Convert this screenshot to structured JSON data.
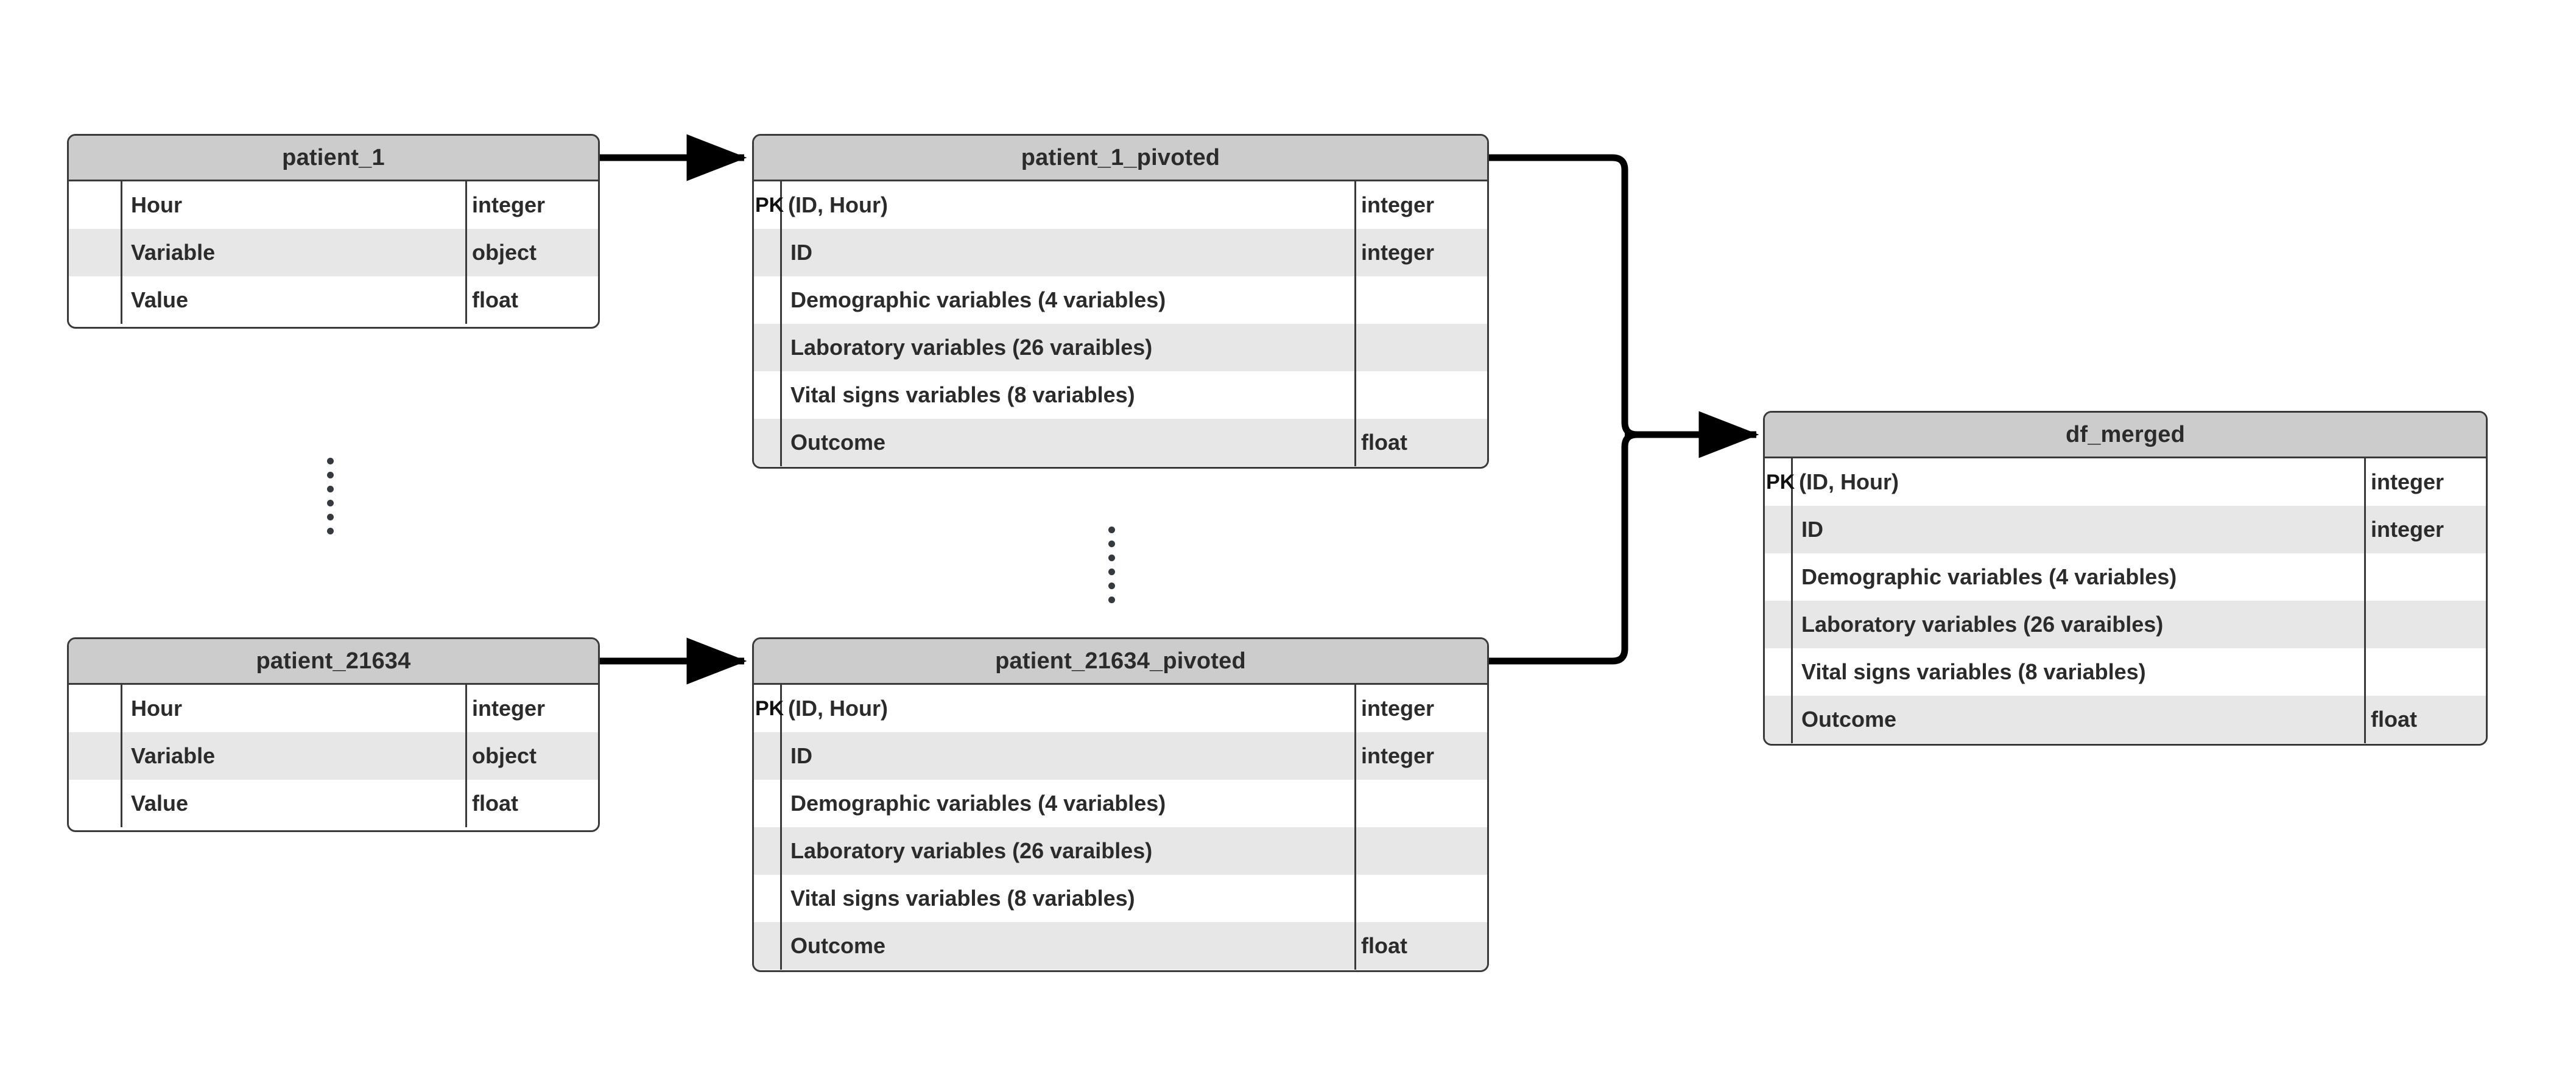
{
  "diagram": {
    "title": "patient data pivot and merge ER diagram",
    "background_color": "#ffffff",
    "header_fill": "#cccccc",
    "row_alt_fill": "#e7e7e7",
    "border_color": "#3a3a3a",
    "connector_color": "#000000",
    "dot_color": "#343a40"
  },
  "key_label": "PK",
  "entities": {
    "patient_1": {
      "name": "patient_1",
      "columns": [
        {
          "key": "",
          "name": "Hour",
          "type": "integer"
        },
        {
          "key": "",
          "name": "Variable",
          "type": "object"
        },
        {
          "key": "",
          "name": "Value",
          "type": "float"
        }
      ]
    },
    "patient_21634": {
      "name": "patient_21634",
      "columns": [
        {
          "key": "",
          "name": "Hour",
          "type": "integer"
        },
        {
          "key": "",
          "name": "Variable",
          "type": "object"
        },
        {
          "key": "",
          "name": "Value",
          "type": "float"
        }
      ]
    },
    "patient_1_pivoted": {
      "name": "patient_1_pivoted",
      "columns": [
        {
          "key": "PK",
          "name": "(ID, Hour)",
          "type": "integer"
        },
        {
          "key": "",
          "name": "ID",
          "type": "integer"
        },
        {
          "key": "",
          "name": "Demographic variables (4 variables)",
          "type": ""
        },
        {
          "key": "",
          "name": "Laboratory variables (26 varaibles)",
          "type": ""
        },
        {
          "key": "",
          "name": "Vital signs variables (8 variables)",
          "type": ""
        },
        {
          "key": "",
          "name": "Outcome",
          "type": "float"
        }
      ]
    },
    "patient_21634_pivoted": {
      "name": "patient_21634_pivoted",
      "columns": [
        {
          "key": "PK",
          "name": "(ID, Hour)",
          "type": "integer"
        },
        {
          "key": "",
          "name": "ID",
          "type": "integer"
        },
        {
          "key": "",
          "name": "Demographic variables (4 variables)",
          "type": ""
        },
        {
          "key": "",
          "name": "Laboratory variables (26 varaibles)",
          "type": ""
        },
        {
          "key": "",
          "name": "Vital signs variables (8 variables)",
          "type": ""
        },
        {
          "key": "",
          "name": "Outcome",
          "type": "float"
        }
      ]
    },
    "df_merged": {
      "name": "df_merged",
      "columns": [
        {
          "key": "PK",
          "name": "(ID, Hour)",
          "type": "integer"
        },
        {
          "key": "",
          "name": "ID",
          "type": "integer"
        },
        {
          "key": "",
          "name": "Demographic variables (4 variables)",
          "type": ""
        },
        {
          "key": "",
          "name": "Laboratory variables (26 varaibles)",
          "type": ""
        },
        {
          "key": "",
          "name": "Vital signs variables (8 variables)",
          "type": ""
        },
        {
          "key": "",
          "name": "Outcome",
          "type": "float"
        }
      ]
    }
  },
  "ellipses": [
    {
      "id": "left-ellipsis",
      "dots": 6
    },
    {
      "id": "middle-ellipsis",
      "dots": 6
    }
  ],
  "connectors": [
    {
      "id": "patient_1-to-patient_1_pivoted",
      "from": "patient_1",
      "to": "patient_1_pivoted"
    },
    {
      "id": "patient_21634-to-patient_21634_pivoted",
      "from": "patient_21634",
      "to": "patient_21634_pivoted"
    },
    {
      "id": "pivoted-tables-to-df_merged",
      "from": "patient_1_pivoted, patient_21634_pivoted",
      "to": "df_merged"
    }
  ]
}
